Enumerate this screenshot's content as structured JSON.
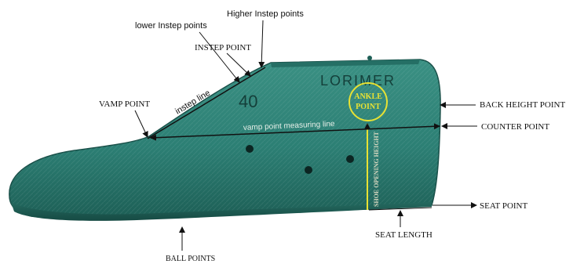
{
  "diagram": {
    "labels": {
      "higher_instep": "Higher Instep points",
      "lower_instep": "lower Instep points",
      "instep_point": "INSTEP POINT",
      "instep_line": "instep line",
      "vamp_point": "VAMP POINT",
      "vamp_measuring_line": "vamp point measuring line",
      "back_height_point": "BACK HEIGHT POINT",
      "counter_point": "COUNTER POINT",
      "seat_point": "SEAT POINT",
      "seat_length": "SEAT LENGTH",
      "ball_points": "BALL POINTS",
      "shoe_opening_height": "SHOE OPENING HEIGHT"
    },
    "last_markings": {
      "brand": "LORIMER",
      "size": "40",
      "ankle_line1": "ANKLE",
      "ankle_line2": "POINT"
    },
    "colors": {
      "last_body": "#2c7f74",
      "last_shadow": "#1d5f56",
      "ankle_circle": "#e8e233",
      "lines": "#111111"
    }
  }
}
